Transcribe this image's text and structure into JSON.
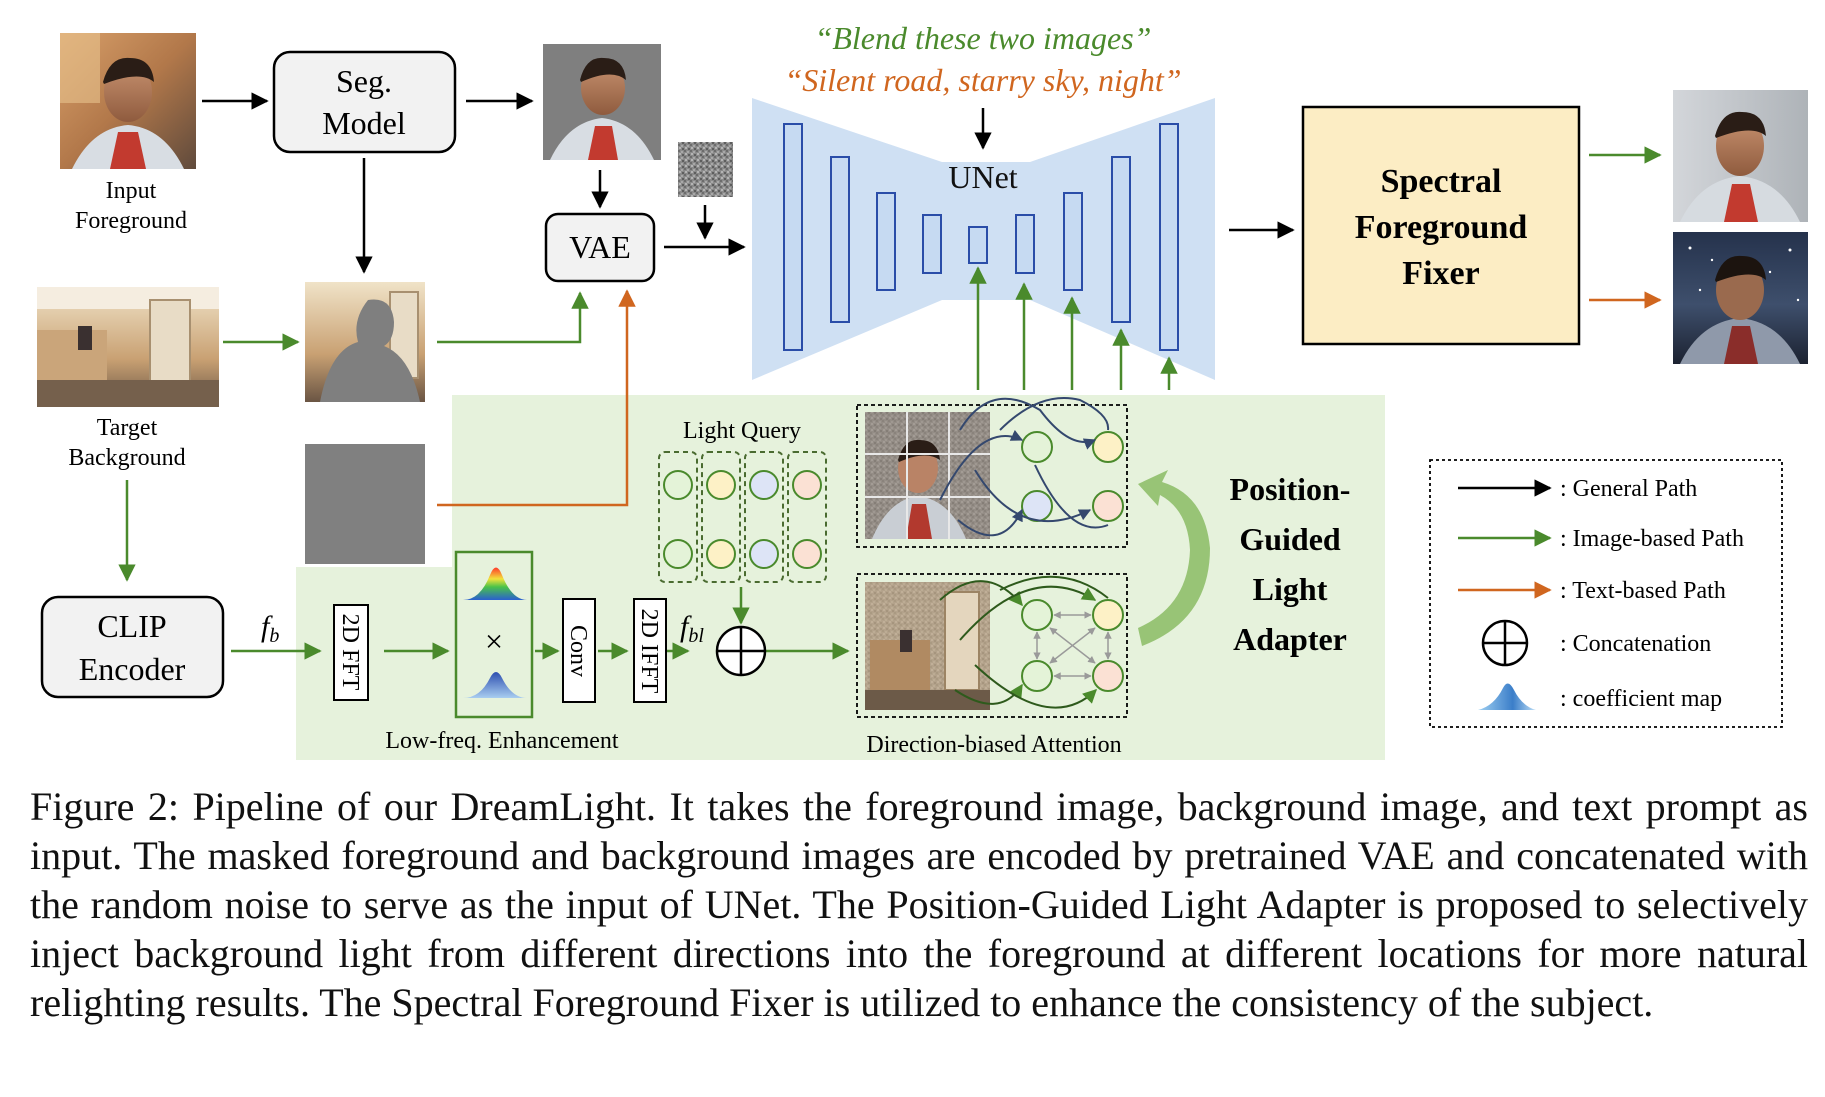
{
  "diagram": {
    "labels": {
      "input_foreground": [
        "Input",
        "Foreground"
      ],
      "target_background": [
        "Target",
        "Background"
      ],
      "seg_model": [
        "Seg.",
        "Model"
      ],
      "vae": "VAE",
      "clip_encoder": [
        "CLIP",
        "Encoder"
      ],
      "unet": "UNet",
      "prompt_blend": "“Blend these two images”",
      "prompt_silent": "“Silent road, starry sky, night”",
      "spectral_fixer": [
        "Spectral",
        "Foreground",
        "Fixer"
      ],
      "adapter": [
        "Position-",
        "Guided",
        "Light",
        "Adapter"
      ],
      "light_query": "Light Query",
      "fft_2d": "2D FFT",
      "conv": "Conv",
      "ifft_2d": "2D IFFT",
      "times": "×",
      "low_freq": "Low-freq. Enhancement",
      "direction_attention": "Direction-biased Attention",
      "fb_symbol": "f",
      "fb_sub": "b",
      "fbl_symbol": "f",
      "fbl_sub": "bl"
    },
    "legend": [
      {
        "icon": "black-arrow-icon",
        "label": ": General Path",
        "color": "#000000"
      },
      {
        "icon": "green-arrow-icon",
        "label": ": Image-based Path",
        "color": "#4a8a2c"
      },
      {
        "icon": "orange-arrow-icon",
        "label": ": Text-based Path",
        "color": "#d0661f"
      },
      {
        "icon": "circle-plus-icon",
        "label": ": Concatenation",
        "color": "#000000"
      },
      {
        "icon": "coefficient-map-icon",
        "label": ": coefficient map",
        "color": "#4a8fd0"
      }
    ],
    "colors": {
      "general": "#000000",
      "image_path": "#4a8a2c",
      "text_path": "#d0661f",
      "unet_fill": "#cfe0f3",
      "adapter_fill": "#e6f2dc",
      "fixer_fill": "#fcedc4",
      "box_fill": "#f2f2f2",
      "mask_gray": "#808080"
    }
  },
  "caption": "Figure 2: Pipeline of our DreamLight. It takes the foreground image, background image, and text prompt as input. The masked foreground and background images are encoded by pretrained VAE and concatenated with the random noise to serve as the input of UNet. The Position-Guided Light Adapter is proposed to selectively inject background light from different directions into the foreground at different locations for more natural relighting results. The Spectral Foreground Fixer is utilized to enhance the consistency of the subject."
}
